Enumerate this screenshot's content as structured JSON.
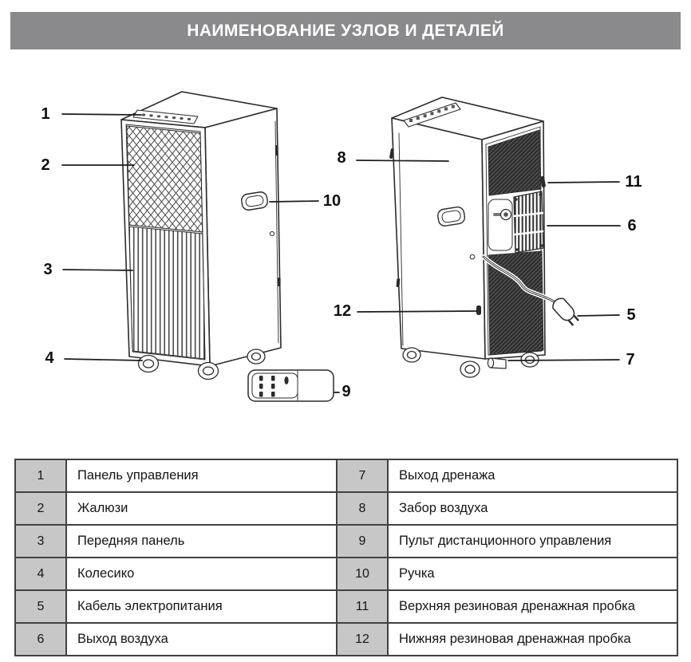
{
  "header": {
    "title": "НАИМЕНОВАНИЕ УЗЛОВ И ДЕТАЛЕЙ"
  },
  "diagram": {
    "callouts": {
      "c1": "1",
      "c2": "2",
      "c3": "3",
      "c4": "4",
      "c5": "5",
      "c6": "6",
      "c7": "7",
      "c8": "8",
      "c9": "9",
      "c10": "10",
      "c11": "11",
      "c12": "12"
    }
  },
  "parts_table": {
    "rows": [
      {
        "left_num": "1",
        "left_label": "Панель управления",
        "right_num": "7",
        "right_label": "Выход дренажа"
      },
      {
        "left_num": "2",
        "left_label": "Жалюзи",
        "right_num": "8",
        "right_label": "Забор воздуха"
      },
      {
        "left_num": "3",
        "left_label": "Передняя панель",
        "right_num": "9",
        "right_label": "Пульт дистанционного управления"
      },
      {
        "left_num": "4",
        "left_label": "Колесико",
        "right_num": "10",
        "right_label": "Ручка"
      },
      {
        "left_num": "5",
        "left_label": "Кабель электропитания",
        "right_num": "11",
        "right_label": "Верхняя резиновая дренажная пробка"
      },
      {
        "left_num": "6",
        "left_label": "Выход воздуха",
        "right_num": "12",
        "right_label": "Нижняя резиновая дренажная пробка"
      }
    ]
  },
  "colors": {
    "header_bg": "#8a8a8c",
    "header_text": "#ffffff",
    "table_number_bg": "#c7c7c7",
    "table_border": "#424242",
    "line_art": "#2b2b2b"
  }
}
